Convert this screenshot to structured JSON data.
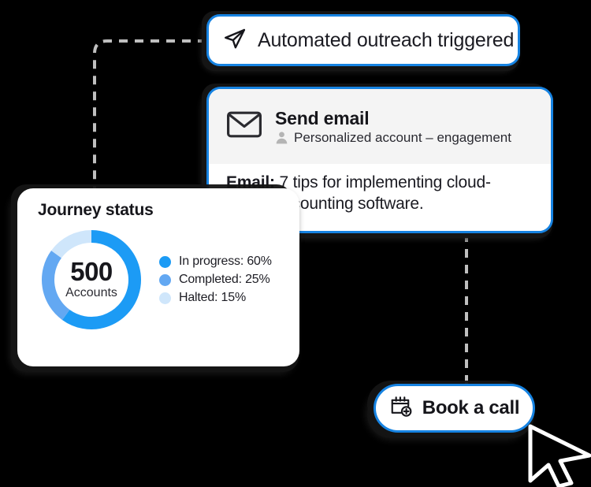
{
  "theme": {
    "background": "#000000",
    "accent_blue": "#1683E2",
    "card_white": "#FFFFFF",
    "header_gray": "#F4F4F4",
    "text_dark": "#16161B",
    "dash_gray": "#BFBFBF"
  },
  "outreach_card": {
    "icon": "send-paper-plane-icon",
    "label": "Automated outreach triggered"
  },
  "email_card": {
    "icon": "envelope-icon",
    "title": "Send email",
    "audience_icon": "person-icon",
    "audience": "Personalized account – engagement",
    "body_label": "Email:",
    "body_text": " 7 tips for implementing cloud-based accounting software."
  },
  "journey_card": {
    "title": "Journey status",
    "center_value": "500",
    "center_unit": "Accounts",
    "legend": [
      {
        "label": "In progress: 60%",
        "color": "#1C9BF5",
        "value": 60,
        "name": "In progress"
      },
      {
        "label": "Completed: 25%",
        "color": "#63A8F2",
        "value": 25,
        "name": "Completed"
      },
      {
        "label": "Halted: 15%",
        "color": "#CFE6FB",
        "value": 15,
        "name": "Halted"
      }
    ]
  },
  "book_call": {
    "icon": "calendar-plus-icon",
    "label": "Book a call"
  },
  "cursor": {
    "icon": "mouse-pointer-icon"
  },
  "chart_data": {
    "type": "pie",
    "title": "Journey status",
    "categories": [
      "In progress",
      "Completed",
      "Halted"
    ],
    "values": [
      60,
      25,
      15
    ],
    "colors": [
      "#1C9BF5",
      "#63A8F2",
      "#CFE6FB"
    ],
    "units": "%",
    "center_label": "500 Accounts",
    "total": 500,
    "legend_position": "right",
    "donut": true,
    "labels": [
      "In progress: 60%",
      "Completed: 25%",
      "Halted: 15%"
    ]
  }
}
